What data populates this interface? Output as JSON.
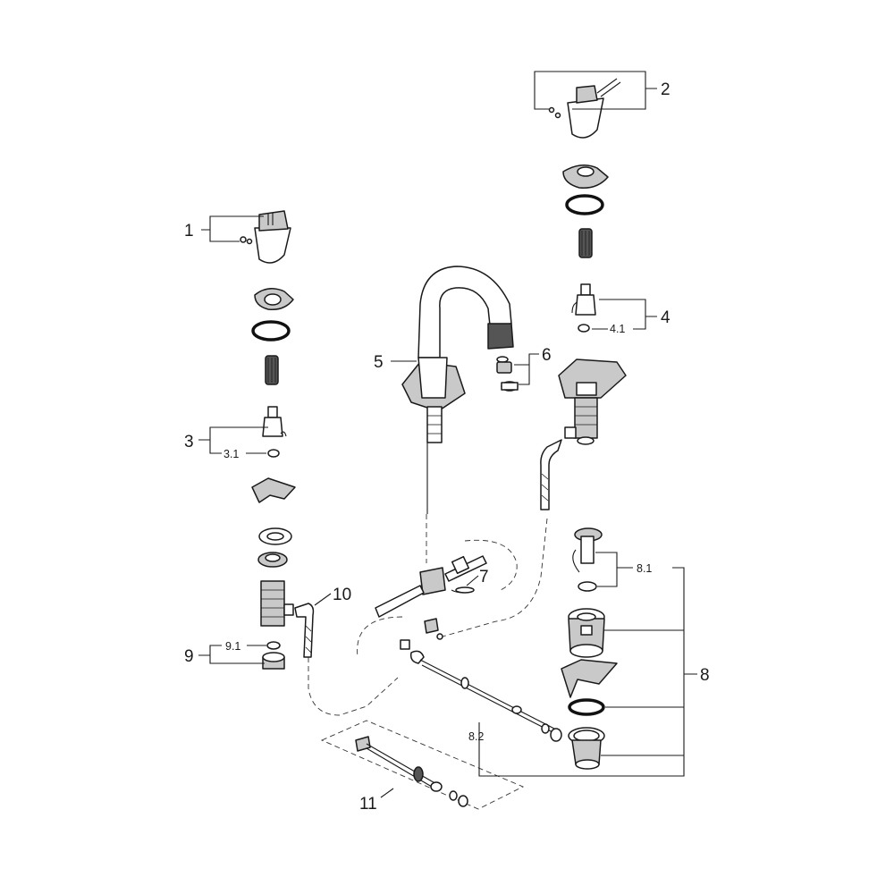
{
  "labels": {
    "l1": "1",
    "l2": "2",
    "l3": "3",
    "l3_1": "3.1",
    "l4": "4",
    "l4_1": "4.1",
    "l5": "5",
    "l6": "6",
    "l7": "7",
    "l8": "8",
    "l8_1": "8.1",
    "l8_2": "8.2",
    "l9": "9",
    "l9_1": "9.1",
    "l10": "10",
    "l11": "11"
  }
}
